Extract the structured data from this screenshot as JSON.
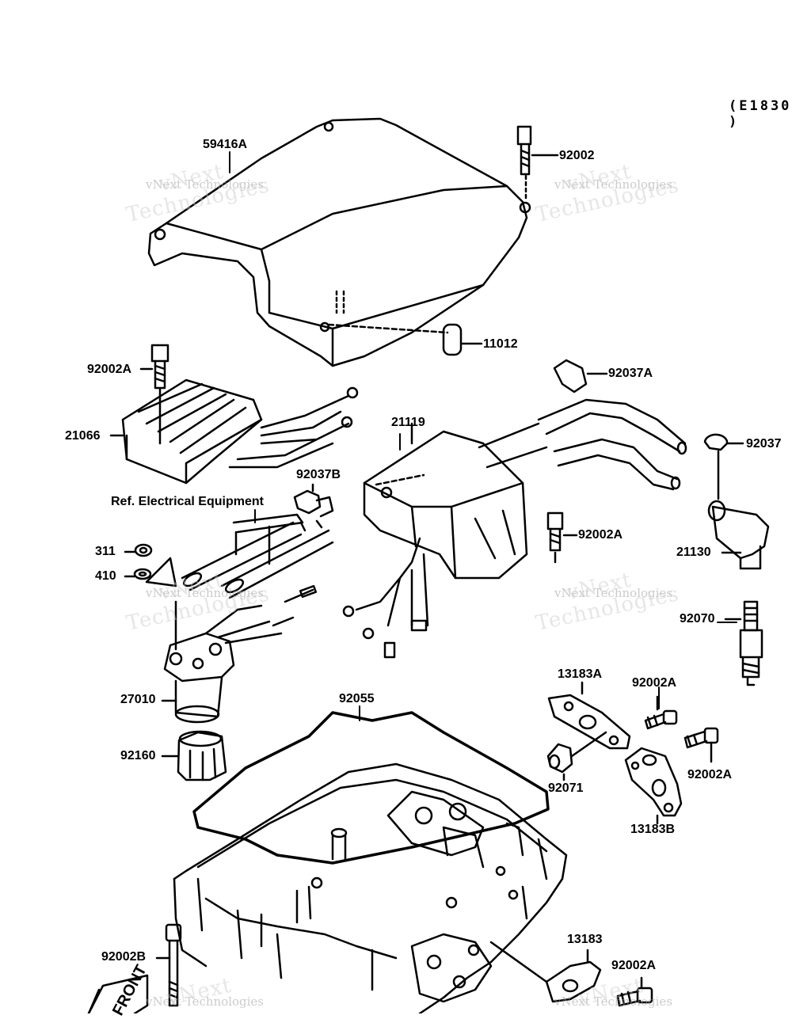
{
  "diagram_code": "(E1830 )",
  "front_marker": "FRONT",
  "reference_note": "Ref. Electrical Equipment",
  "watermark": {
    "small": "vNext Technologies",
    "large_1": "vNext",
    "large_2": "Technologies"
  },
  "part_labels": {
    "p59416A": "59416A",
    "p92002_top": "92002",
    "p11012": "11012",
    "p92002A_left": "92002A",
    "p21066": "21066",
    "p92037A": "92037A",
    "p21119": "21119",
    "p92037": "92037",
    "p92037B": "92037B",
    "p311": "311",
    "p410": "410",
    "p92002A_mid": "92002A",
    "p21130": "21130",
    "p92070": "92070",
    "p27010": "27010",
    "p92055": "92055",
    "p13183A": "13183A",
    "p92002A_r1": "92002A",
    "p92160": "92160",
    "p92071": "92071",
    "p92002A_r2": "92002A",
    "p13183B": "13183B",
    "p92002B": "92002B",
    "p13183": "13183",
    "p92002A_bottom": "92002A"
  }
}
